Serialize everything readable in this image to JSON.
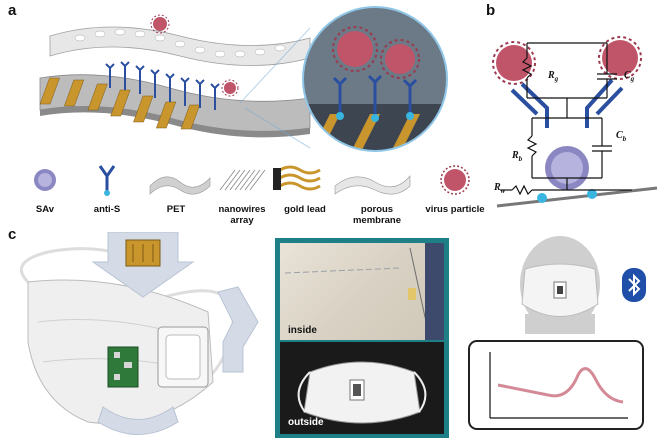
{
  "panels": {
    "a": "a",
    "b": "b",
    "c": "c"
  },
  "legend": [
    {
      "label": "SAv",
      "icon": "sav-icon"
    },
    {
      "label": "anti-S",
      "icon": "antibody-icon"
    },
    {
      "label": "PET",
      "icon": "pet-sheet-icon"
    },
    {
      "label": "nanowires array",
      "icon": "nanowires-icon"
    },
    {
      "label": "gold lead",
      "icon": "gold-lead-icon"
    },
    {
      "label": "porous membrane",
      "icon": "porous-membrane-icon"
    },
    {
      "label": "virus particle",
      "icon": "virus-icon"
    }
  ],
  "circuit": {
    "rg": {
      "sym": "R",
      "sub": "g"
    },
    "cg": {
      "sym": "C",
      "sub": "g"
    },
    "cb": {
      "sym": "C",
      "sub": "b"
    },
    "rb": {
      "sym": "R",
      "sub": "b"
    },
    "rw": {
      "sym": "R",
      "sub": "w"
    }
  },
  "photos": {
    "inside": "inside",
    "outside": "outside"
  },
  "colors": {
    "virus": "#c0556a",
    "antibody": "#2b4fa0",
    "gold": "#c9962e",
    "bluetooth": "#1f4fa8",
    "signal": "#d48a96",
    "photo_border": "#1f7f86"
  }
}
